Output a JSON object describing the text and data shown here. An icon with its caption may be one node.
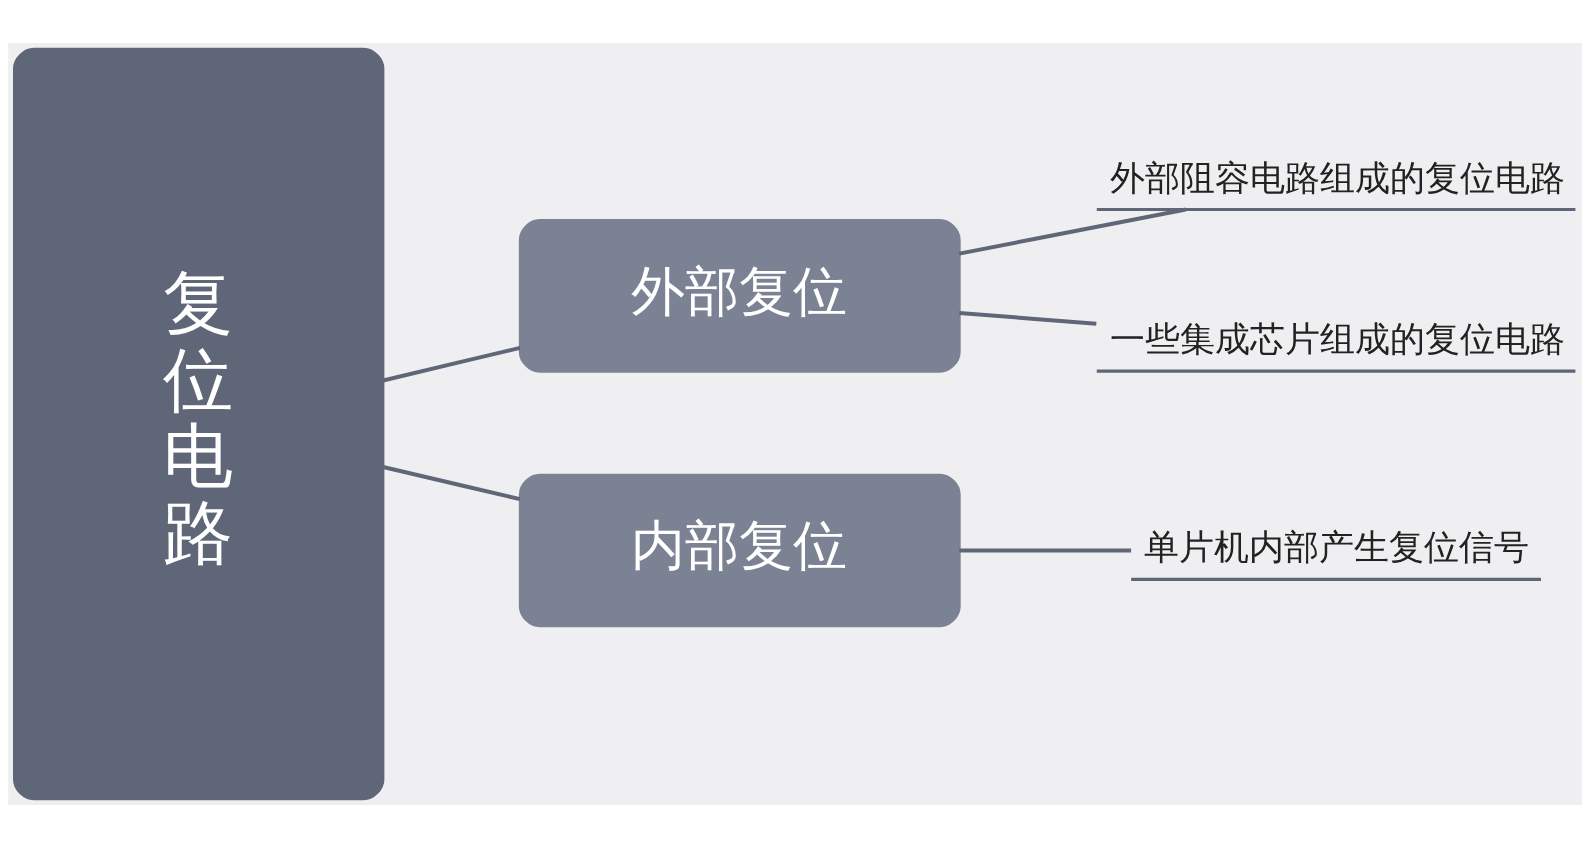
{
  "diagram": {
    "nodes": [
      {
        "text": [
          "复位电路"
        ]
      },
      {
        "text": [
          "外部复位"
        ]
      },
      {
        "text": [
          "内部复位"
        ]
      },
      {
        "text": [
          "外部阻容电路组成的复位电路"
        ]
      },
      {
        "text": [
          "一些集成芯片组成的复位电路"
        ]
      },
      {
        "text": [
          "单片机内部产生复位信号"
        ]
      }
    ],
    "edges": [
      {
        "from": 0,
        "to": 1,
        "arrow": "none"
      },
      {
        "from": 0,
        "to": 2,
        "arrow": "none"
      },
      {
        "from": 1,
        "to": 3,
        "arrow": "none"
      },
      {
        "from": 1,
        "to": 4,
        "arrow": "none"
      },
      {
        "from": 2,
        "to": 5,
        "arrow": "none"
      }
    ]
  }
}
